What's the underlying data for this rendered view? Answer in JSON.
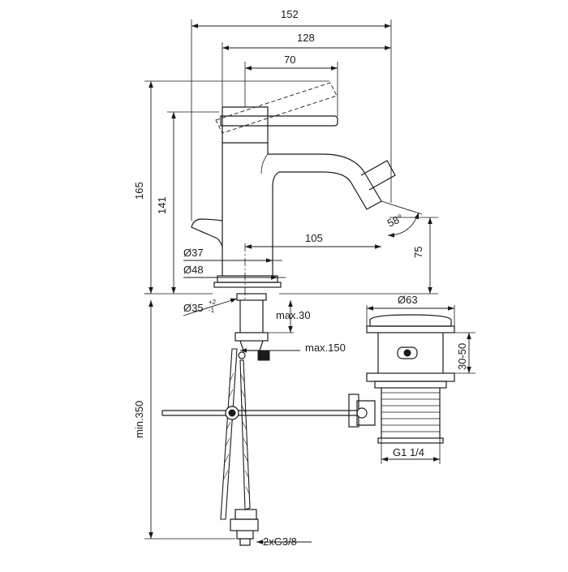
{
  "diagram": {
    "dimensions": {
      "overall_width": "152",
      "spout_reach_from_lever": "128",
      "lever_length": "70",
      "spout_projection": "105",
      "overall_height": "165",
      "body_height": "141",
      "spout_height": "75",
      "spout_angle": "58°",
      "body_diameter": "Ø37",
      "base_diameter": "Ø48",
      "hole_diameter": "Ø35",
      "hole_tolerance_upper": "+2",
      "hole_tolerance_lower": "-1",
      "max_deck_thickness": "max.30",
      "max_rod_travel": "max.150",
      "min_hose_length": "min.350",
      "hose_connection": "2xG3/8",
      "waste_diameter": "Ø63",
      "waste_height_range": "30-50",
      "waste_thread": "G1 1/4"
    }
  }
}
